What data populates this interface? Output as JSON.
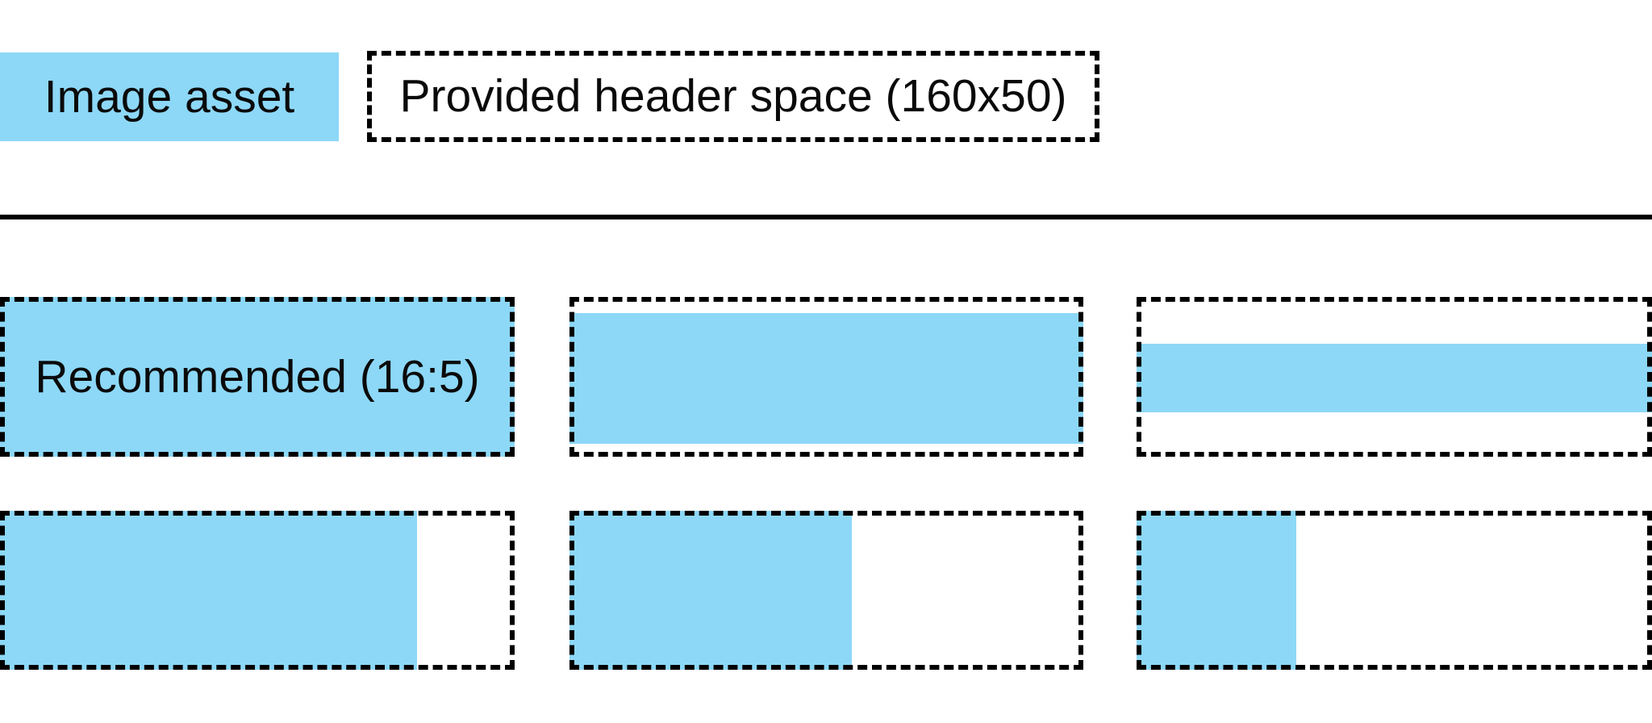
{
  "colors": {
    "image_asset_fill": "#8DD8F7",
    "outline": "#000000",
    "background": "#FFFFFF"
  },
  "legend": {
    "image_asset_label": "Image asset",
    "header_space_label": "Provided header space (160x50)"
  },
  "examples": {
    "rows": [
      [
        {
          "id": "recommended-16-5",
          "label": "Recommended (16:5)",
          "fill": {
            "left_pct": 0,
            "top_pct": 0,
            "width_pct": 100,
            "height_pct": 100
          }
        },
        {
          "id": "wide-asset-letterboxed",
          "fill": {
            "left_pct": 0,
            "top_pct": 10,
            "width_pct": 100,
            "height_pct": 82
          }
        },
        {
          "id": "extra-wide-asset-letterboxed",
          "fill": {
            "left_pct": 0,
            "top_pct": 29.5,
            "width_pct": 100,
            "height_pct": 42.5
          }
        }
      ],
      [
        {
          "id": "tall-asset-pillarboxed",
          "fill": {
            "left_pct": 0,
            "top_pct": 0,
            "width_pct": 81,
            "height_pct": 100
          }
        },
        {
          "id": "taller-asset-pillarboxed",
          "fill": {
            "left_pct": 0,
            "top_pct": 0,
            "width_pct": 55,
            "height_pct": 100
          }
        },
        {
          "id": "tallest-asset-pillarboxed",
          "fill": {
            "left_pct": 0,
            "top_pct": 0,
            "width_pct": 31,
            "height_pct": 100
          }
        }
      ]
    ]
  }
}
